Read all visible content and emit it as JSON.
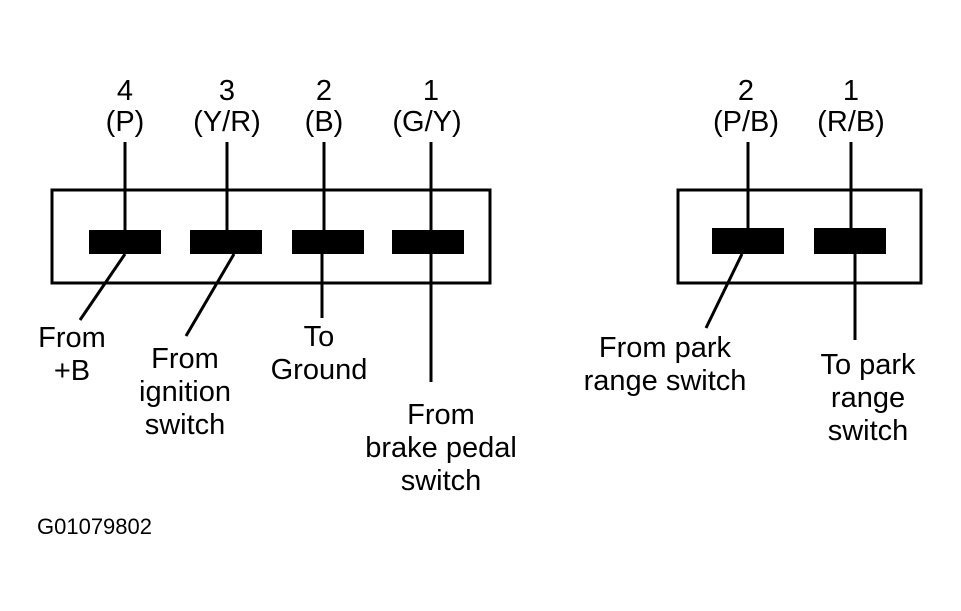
{
  "connector_left": {
    "pins": [
      {
        "number": "4",
        "color": "(P)",
        "description": [
          "From",
          "+B"
        ]
      },
      {
        "number": "3",
        "color": "(Y/R)",
        "description": [
          "From",
          "ignition",
          "switch"
        ]
      },
      {
        "number": "2",
        "color": "(B)",
        "description": [
          "To",
          "Ground"
        ]
      },
      {
        "number": "1",
        "color": "(G/Y)",
        "description": [
          "From",
          "brake pedal",
          "switch"
        ]
      }
    ]
  },
  "connector_right": {
    "pins": [
      {
        "number": "2",
        "color": "(P/B)",
        "description": [
          "From park",
          "range switch"
        ]
      },
      {
        "number": "1",
        "color": "(R/B)",
        "description": [
          "To park",
          "range",
          "switch"
        ]
      }
    ]
  },
  "figure_code": "G01079802"
}
